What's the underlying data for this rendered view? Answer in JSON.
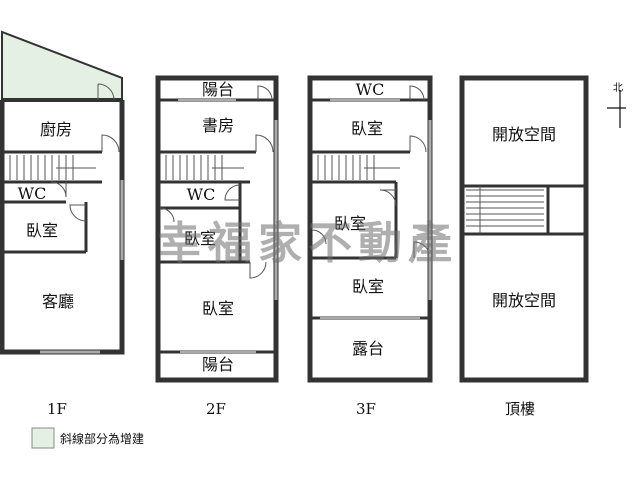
{
  "floors": {
    "f1": {
      "title": "1F",
      "rooms": {
        "kitchen": "廚房",
        "wc": "WC",
        "bedroom": "臥室",
        "living": "客廳"
      }
    },
    "f2": {
      "title": "2F",
      "rooms": {
        "balcony_top": "陽台",
        "study": "書房",
        "wc": "WC",
        "bedroom_small": "臥室",
        "bedroom": "臥室",
        "balcony_bottom": "陽台"
      }
    },
    "f3": {
      "title": "3F",
      "rooms": {
        "wc": "WC",
        "bedroom_top": "臥室",
        "bedroom_mid": "臥室",
        "bedroom_low": "臥室",
        "terrace": "露台"
      }
    },
    "roof": {
      "title": "頂樓",
      "rooms": {
        "open_top": "開放空間",
        "open_bottom": "開放空間"
      }
    }
  },
  "watermark": "幸福家不動產",
  "north": "北",
  "legend": {
    "text": "斜線部分為增建",
    "color": "#e3f0e3"
  },
  "colors": {
    "wall": "#333333",
    "addition": "#e3f0e3",
    "stair_line": "#555555"
  }
}
